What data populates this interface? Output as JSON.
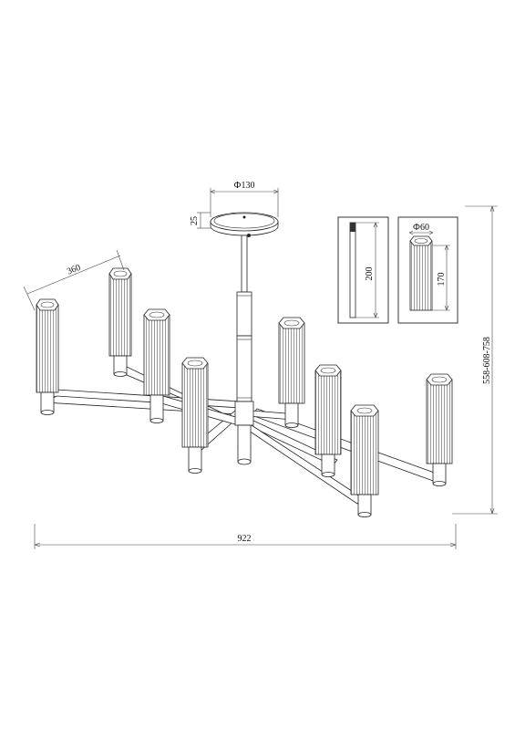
{
  "dimensions": {
    "canopy_diameter": "Ф130",
    "canopy_height": "25",
    "arm_length": "360",
    "total_width": "922",
    "height_range": "558-608-758",
    "shade_height": "200",
    "shade_diameter": "Ф60",
    "shade_inner_height": "170"
  },
  "colors": {
    "line": "#222222",
    "background": "#ffffff"
  }
}
